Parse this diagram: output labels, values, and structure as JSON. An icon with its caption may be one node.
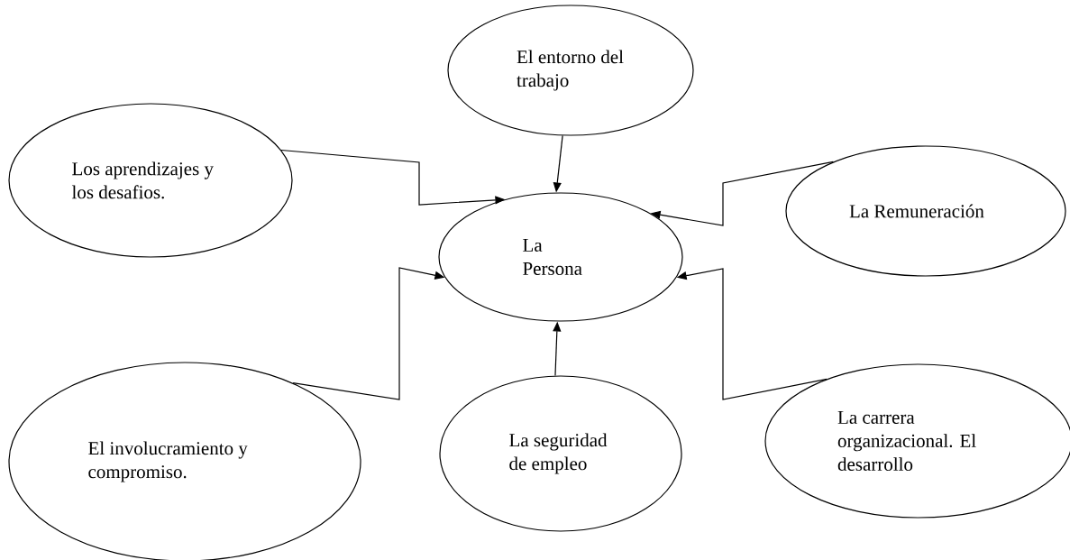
{
  "diagram": {
    "nodes": [
      {
        "text": [
          "El entorno del trabajo"
        ]
      },
      {
        "text": [
          "Los aprendizajes y los desafios."
        ]
      },
      {
        "text": [
          "La Persona"
        ]
      },
      {
        "text": [
          "La Remuneración"
        ]
      },
      {
        "text": [
          "El involucramiento y compromiso."
        ]
      },
      {
        "text": [
          "La seguridad de empleo"
        ]
      },
      {
        "text": [
          "La carrera organizacional. El desarrollo"
        ]
      }
    ],
    "edges": [
      {
        "from": 1,
        "to": 2,
        "arrow": "to"
      },
      {
        "from": 0,
        "to": 2,
        "arrow": "to"
      },
      {
        "from": 3,
        "to": 2,
        "arrow": "to"
      },
      {
        "from": 4,
        "to": 2,
        "arrow": "to"
      },
      {
        "from": 5,
        "to": 2,
        "arrow": "to"
      },
      {
        "from": 6,
        "to": 2,
        "arrow": "to"
      }
    ]
  }
}
